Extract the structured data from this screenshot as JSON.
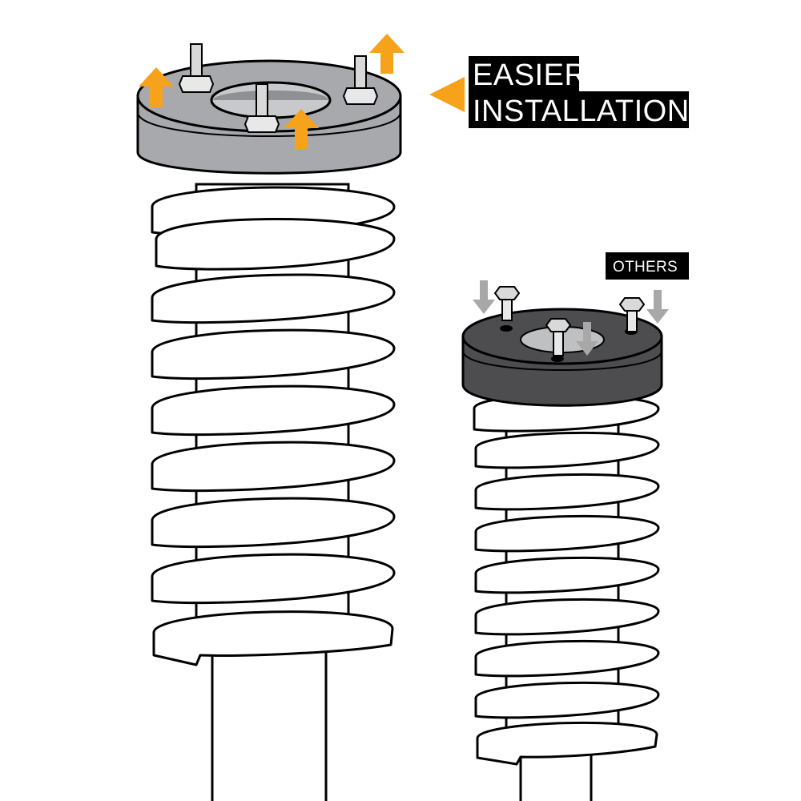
{
  "labels": {
    "main_line_1": "EASIER",
    "main_line_2": "INSTALLATION",
    "others": "OTHERS"
  },
  "icons": {
    "primary_arrow": "up-arrow-icon",
    "secondary_arrow": "down-arrow-icon",
    "callout_pointer": "left-triangle-icon"
  },
  "colors": {
    "accent_orange": "#f7a21b",
    "spacer_light": "#a7a9ac",
    "spacer_dark": "#4d4d4f",
    "others_arrow": "#a8a8a8",
    "label_bg": "#000000",
    "outline": "#000000"
  }
}
